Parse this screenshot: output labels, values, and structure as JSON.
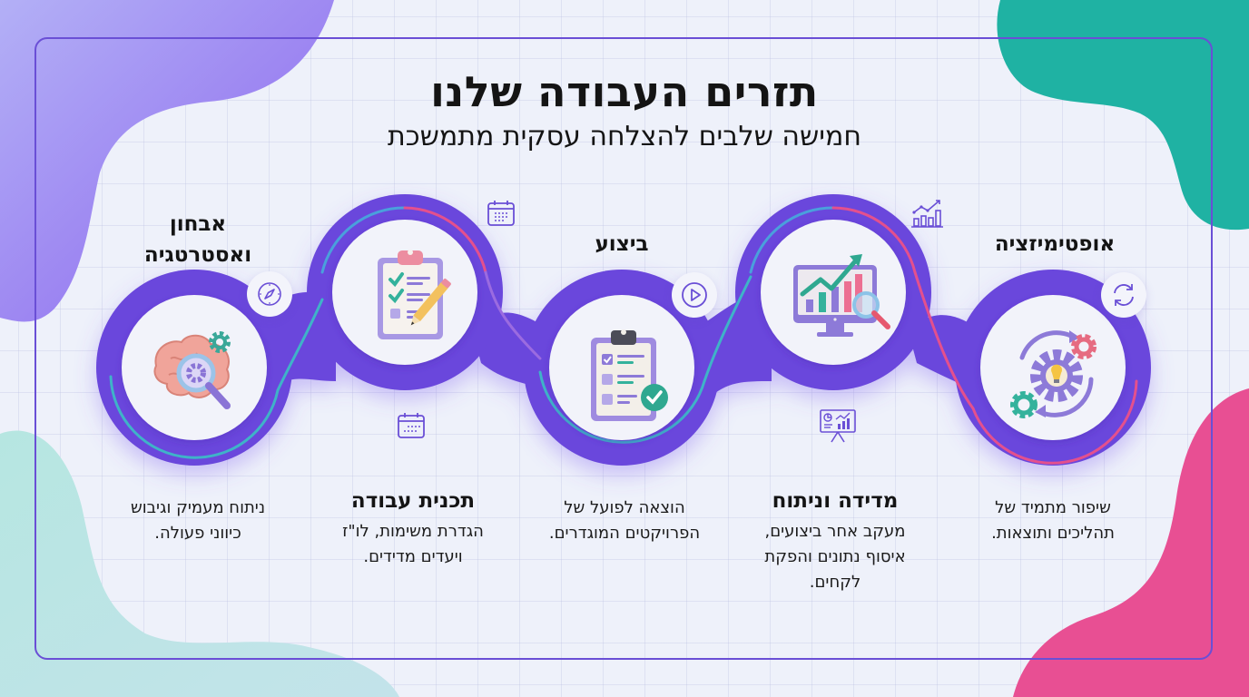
{
  "header": {
    "title": "תזרים העבודה שלנו",
    "subtitle": "חמישה שלבים להצלחה עסקית מתמשכת"
  },
  "theme": {
    "ring_purple": "#6a47dc",
    "frame_purple": "#6a4fd6",
    "blob_top_left": "#9a7ef2",
    "blob_top_right": "#1fb2a3",
    "blob_bottom_left": "#b8e4e0",
    "blob_bottom_right": "#e84f93",
    "accent_teal": "#3fb3c8",
    "accent_pink": "#e4508d",
    "background": "#eef1fa"
  },
  "steps": [
    {
      "order": 1,
      "title_line1": "אבחון",
      "title_line2": "ואסטרטגיה",
      "description_line1": "ניתוח מעמיק וגיבוש",
      "description_line2": "כיווני פעולה.",
      "illustration": "brain-magnifier-gear",
      "badge_icon": "compass-icon"
    },
    {
      "order": 2,
      "title": "תכנית עבודה",
      "description_line1": "הגדרת משימות, לו\"ז",
      "description_line2": "ויעדים מדידים.",
      "illustration": "clipboard-checklist-pencil",
      "badge_icon": "calendar-icon"
    },
    {
      "order": 3,
      "title": "ביצוע",
      "description_line1": "הוצאה לפועל של",
      "description_line2": "הפרויקטים המוגדרים.",
      "illustration": "clipboard-checkmark",
      "badge_icon": "play-icon"
    },
    {
      "order": 4,
      "title": "מדידה וניתוח",
      "description_line1": "מעקב אחר ביצועים,",
      "description_line2": "איסוף נתונים והפקת",
      "description_line3": "לקחים.",
      "illustration": "monitor-chart-magnifier",
      "badge_icon": "bar-chart-trend-icon",
      "secondary_icon": "presentation-board-icon"
    },
    {
      "order": 5,
      "title": "אופטימיזציה",
      "description_line1": "שיפור מתמיד של",
      "description_line2": "תהליכים ותוצאות.",
      "illustration": "gears-lightbulb-cycle",
      "badge_icon": "refresh-icon"
    }
  ]
}
